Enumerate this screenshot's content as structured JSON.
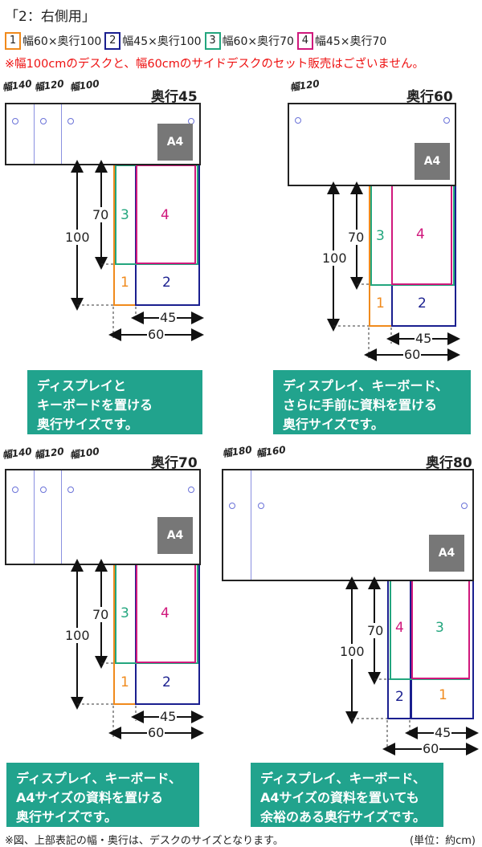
{
  "title": "「2：右側用」",
  "legend": [
    {
      "num": "1",
      "text": "幅60×奥行100",
      "color": "#f08a1c"
    },
    {
      "num": "2",
      "text": "幅45×奥行100",
      "color": "#1a1f8f"
    },
    {
      "num": "3",
      "text": "幅60×奥行70",
      "color": "#23a67e"
    },
    {
      "num": "4",
      "text": "幅45×奥行70",
      "color": "#d0187c"
    }
  ],
  "notice": "※幅100cmのデスクと、幅60cmのサイドデスクのセット販売はございません。",
  "colors": {
    "c1": "#f08a1c",
    "c2": "#1a1f8f",
    "c3": "#23a67e",
    "c4": "#d0187c",
    "caption_bg": "#21a38d"
  },
  "panels": {
    "p45": {
      "depth_label": "奥行45",
      "widths": [
        "幅140",
        "幅120",
        "幅100"
      ],
      "a4": "A4",
      "n3": "3",
      "n4": "4",
      "n1": "1",
      "n2": "2",
      "d70": "70",
      "d100": "100",
      "w45": "45",
      "w60": "60",
      "caption": [
        "ディスプレイと",
        "キーボードを置ける",
        "奥行サイズです。"
      ]
    },
    "p60": {
      "depth_label": "奥行60",
      "widths": [
        "幅120"
      ],
      "a4": "A4",
      "n3": "3",
      "n4": "4",
      "n1": "1",
      "n2": "2",
      "d70": "70",
      "d100": "100",
      "w45": "45",
      "w60": "60",
      "caption": [
        "ディスプレイ、キーボード、",
        "さらに手前に資料を置ける",
        "奥行サイズです。"
      ]
    },
    "p70": {
      "depth_label": "奥行70",
      "widths": [
        "幅140",
        "幅120",
        "幅100"
      ],
      "a4": "A4",
      "n3": "3",
      "n4": "4",
      "n1": "1",
      "n2": "2",
      "d70": "70",
      "d100": "100",
      "w45": "45",
      "w60": "60",
      "caption": [
        "ディスプレイ、キーボード、",
        "A4サイズの資料を置ける",
        "奥行サイズです。"
      ]
    },
    "p80": {
      "depth_label": "奥行80",
      "widths": [
        "幅180",
        "幅160"
      ],
      "a4": "A4",
      "n4": "4",
      "n3": "3",
      "n2": "2",
      "n1": "1",
      "d70": "70",
      "d100": "100",
      "w45": "45",
      "w60": "60",
      "caption": [
        "ディスプレイ、キーボード、",
        "A4サイズの資料を置いても",
        "余裕のある奥行サイズです。"
      ]
    }
  },
  "footnote": "※図、上部表記の幅・奥行は、デスクのサイズとなります。",
  "unit": "(単位：約cm)"
}
